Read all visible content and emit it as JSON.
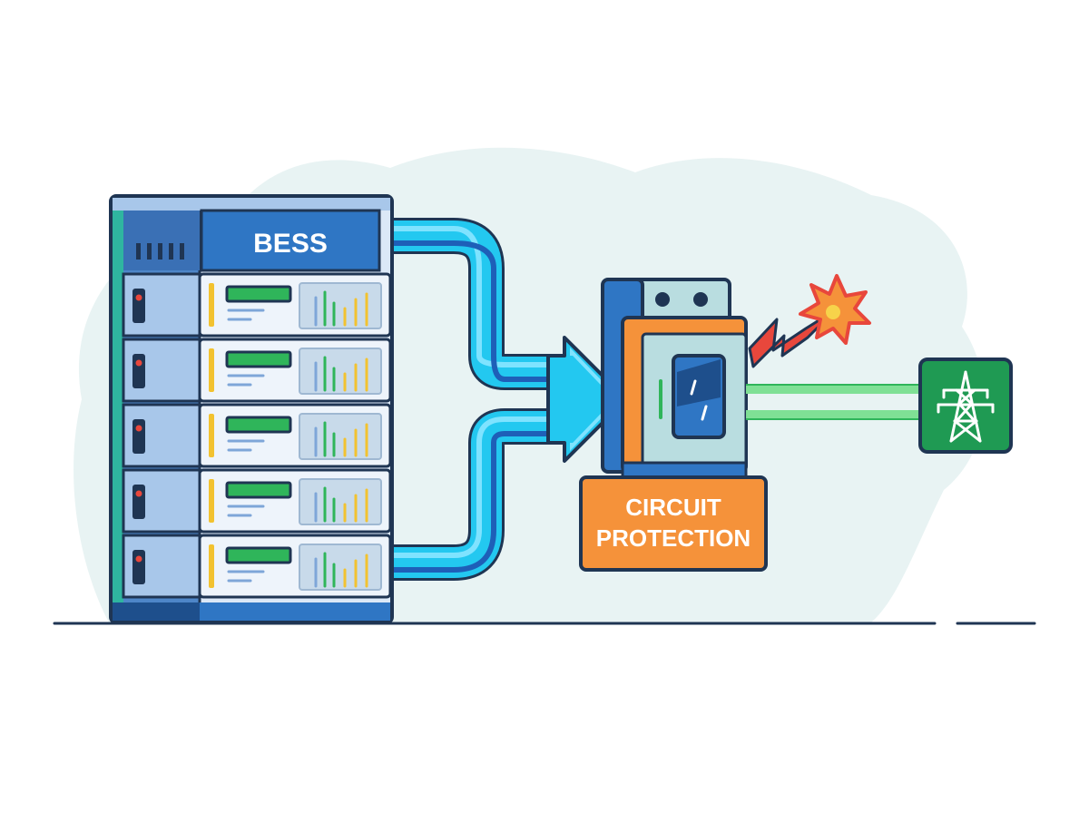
{
  "labels": {
    "bess": "BESS",
    "circuit_line1": "CIRCUIT",
    "circuit_line2": "PROTECTION"
  },
  "colors": {
    "background_blob": "#e8f3f3",
    "outline": "#1f3553",
    "bess_blue": "#2f76c4",
    "bess_dark": "#1e4f8c",
    "bess_light": "#dbe8f7",
    "module_green": "#2fb55a",
    "module_yellow": "#f2c230",
    "flow_cyan": "#23c8f0",
    "flow_blue": "#1e5fb8",
    "breaker_teal": "#b9dde0",
    "breaker_orange": "#f5923a",
    "spark_red": "#e8473c",
    "spark_orange": "#f7a32b",
    "grid_green": "#1f9a53",
    "grid_line_green": "#7fe095"
  },
  "icons": {
    "bess_unit": "battery-rack-icon",
    "breaker": "circuit-breaker-icon",
    "spark": "spark-icon",
    "arc": "lightning-arc-icon",
    "grid": "transmission-tower-icon"
  }
}
